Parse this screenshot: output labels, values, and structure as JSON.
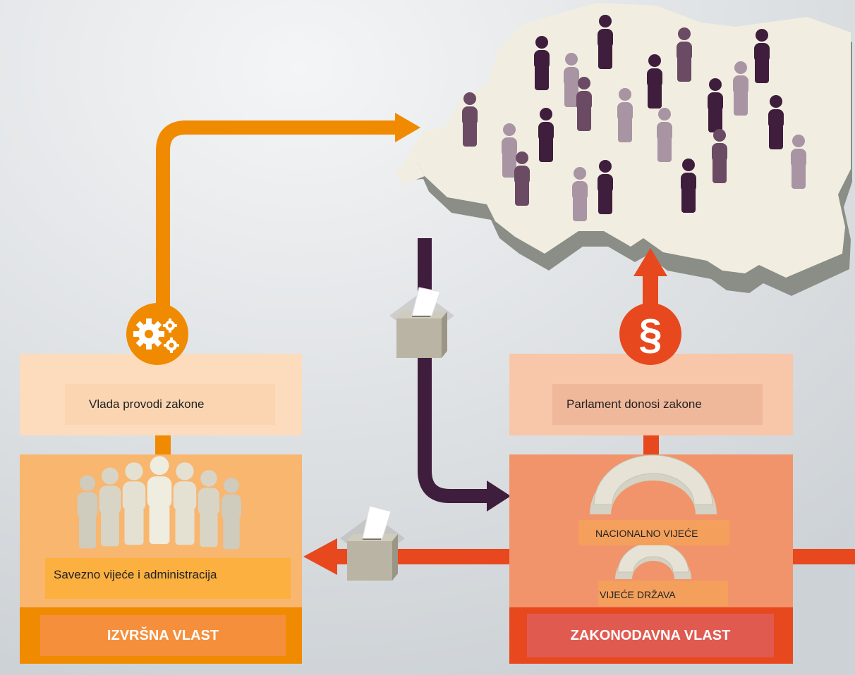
{
  "executive": {
    "task": "Vlada provodi zakone",
    "body": "Savezno vijeće i administracija",
    "title": "IZVRŠNA VLAST"
  },
  "legislative": {
    "task": "Parlament donosi zakone",
    "chamber_national": "NACIONALNO VIJEĆE",
    "chamber_states": "VIJEĆE DRŽAVA",
    "title": "ZAKONODAVNA VLAST"
  },
  "icons": {
    "executive_badge": "gears-icon",
    "legislative_badge": "paragraph-icon",
    "paragraph_glyph": "§",
    "ballot": "ballot-box-icon",
    "people": "person-icon"
  },
  "colors": {
    "background": "#e3e6e9",
    "exec_orange": "#f08a00",
    "leg_red": "#e8481e",
    "vote_purple": "#3f1d3c",
    "map_fill": "#f1eee1"
  }
}
